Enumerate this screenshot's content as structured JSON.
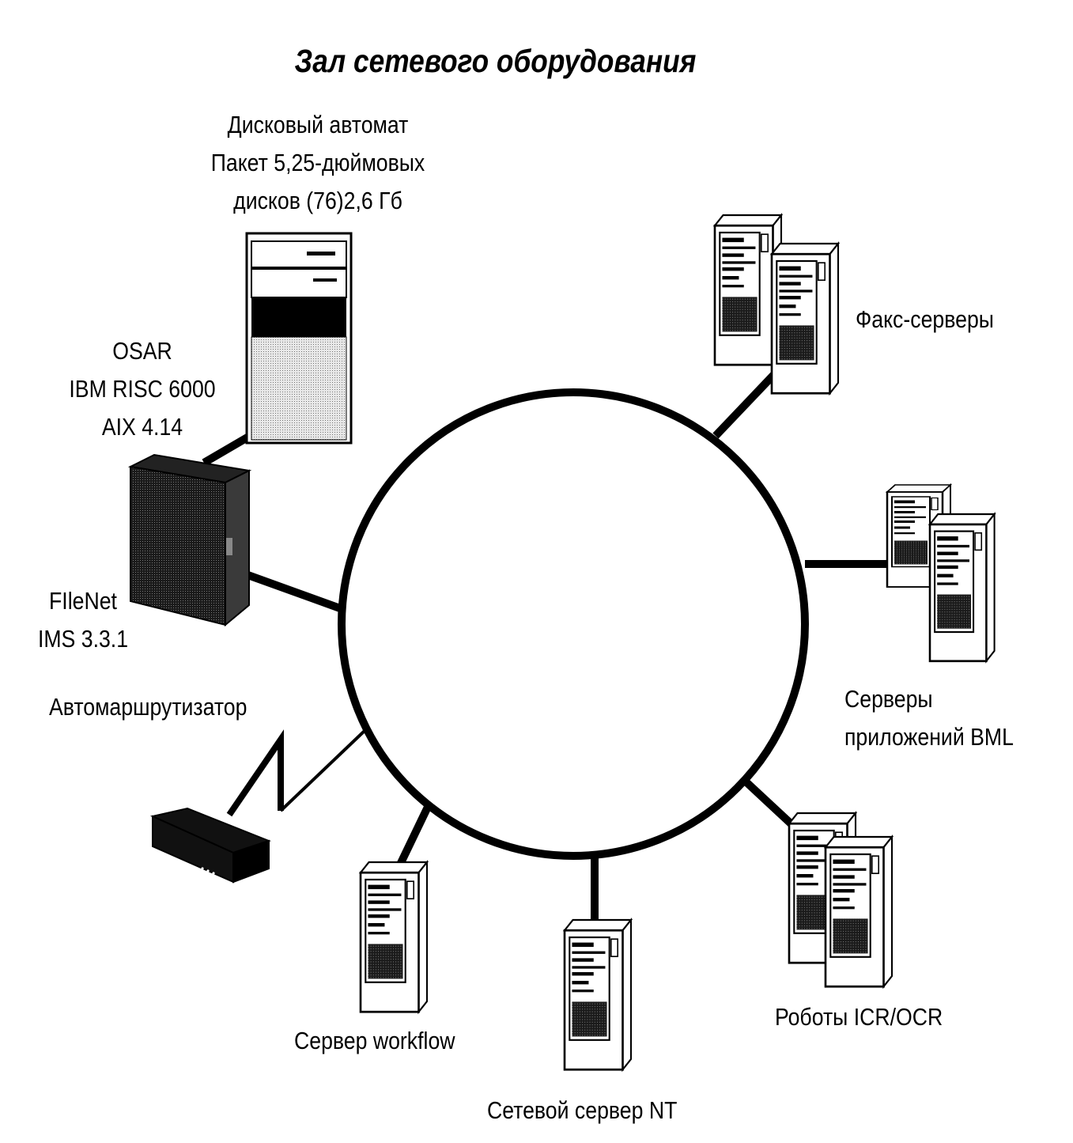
{
  "title": "Зал сетевого оборудования",
  "nodes": {
    "disk_changer": {
      "lines": [
        "Дисковый автомат",
        "Пакет 5,25-дюймовых",
        "дисков (76)2,6 Гб"
      ]
    },
    "osar": {
      "lines": [
        "OSAR",
        "IBM RISC 6000",
        "AIX 4.14"
      ]
    },
    "filenet": {
      "lines": [
        "FIleNet",
        "IMS 3.3.1"
      ]
    },
    "router": {
      "lines": [
        "Автомаршрутизатор"
      ]
    },
    "fax_servers": {
      "lines": [
        "Факс-серверы"
      ]
    },
    "bml_servers": {
      "lines": [
        "Серверы",
        "приложений BML"
      ]
    },
    "icr_ocr": {
      "lines": [
        "Роботы ICR/OCR"
      ]
    },
    "nt_server": {
      "lines": [
        "Сетевой сервер NT"
      ]
    },
    "workflow_server": {
      "lines": [
        "Сервер workflow"
      ]
    }
  }
}
